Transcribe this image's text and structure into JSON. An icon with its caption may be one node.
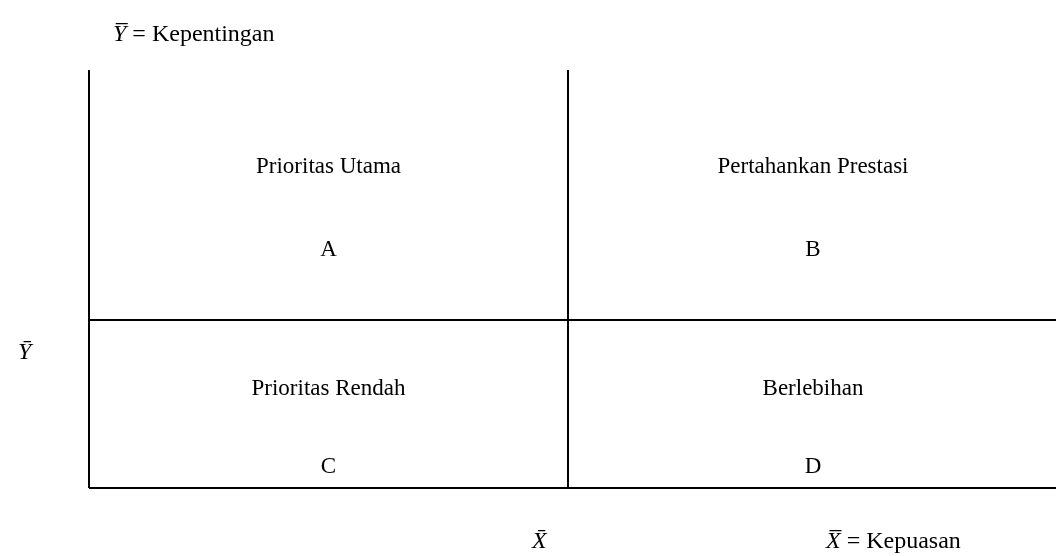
{
  "diagram": {
    "nodes": [
      {
        "text": [
          "Prioritas Utama",
          "A"
        ]
      },
      {
        "text": [
          "Pertahankan Prestasi",
          "B"
        ]
      },
      {
        "text": [
          "Prioritas Rendah",
          "C"
        ]
      },
      {
        "text": [
          "Berlebihan",
          "D"
        ]
      }
    ],
    "labels": [
      "*Y̅* = Kepentingan",
      "*Ȳ*",
      "*X̄*",
      "*X̅* = Kepuasan"
    ]
  }
}
